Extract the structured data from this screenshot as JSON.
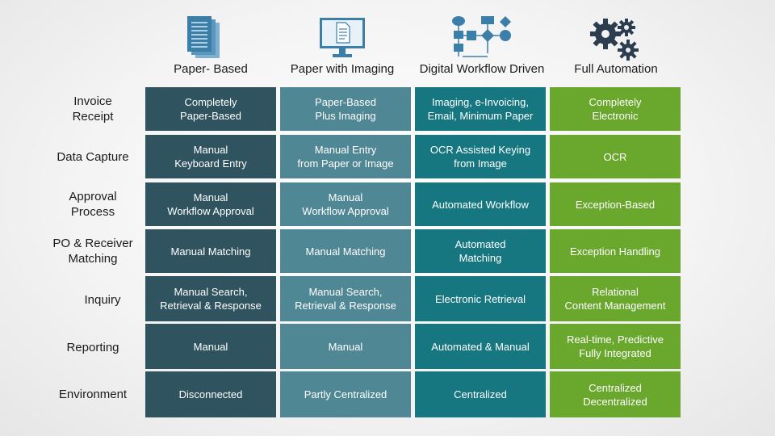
{
  "colors": {
    "paper_based": "#2f5460",
    "paper_with_imaging": "#4f8794",
    "digital_workflow": "#167780",
    "full_automation": "#6aa72d",
    "icon_blue": "#3b7fa8"
  },
  "icons": [
    "documents-icon",
    "monitor-document-icon",
    "flowchart-icon",
    "gears-icon"
  ],
  "columns": [
    "Paper- Based",
    "Paper with Imaging",
    "Digital Workflow Driven",
    "Full Automation"
  ],
  "rows": [
    {
      "label": "Invoice\nReceipt",
      "cells": [
        "Completely\nPaper-Based",
        "Paper-Based\nPlus Imaging",
        "Imaging, e-Invoicing,\nEmail, Minimum Paper",
        "Completely\nElectronic"
      ]
    },
    {
      "label": "Data Capture",
      "cells": [
        "Manual\nKeyboard Entry",
        "Manual  Entry\nfrom Paper or Image",
        "OCR Assisted Keying\nfrom Image",
        "OCR"
      ]
    },
    {
      "label": "Approval\nProcess",
      "cells": [
        "Manual\nWorkflow Approval",
        "Manual\nWorkflow Approval",
        "Automated Workflow",
        "Exception-Based"
      ]
    },
    {
      "label": "PO & Receiver\nMatching",
      "cells": [
        "Manual Matching",
        "Manual Matching",
        "Automated\nMatching",
        "Exception Handling"
      ]
    },
    {
      "label": "Inquiry",
      "cells": [
        "Manual Search,\nRetrieval & Response",
        "Manual Search,\nRetrieval & Response",
        "Electronic Retrieval",
        "Relational\nContent Management"
      ]
    },
    {
      "label": "Reporting",
      "cells": [
        "Manual",
        "Manual",
        "Automated & Manual",
        "Real-time, Predictive\nFully Integrated"
      ]
    },
    {
      "label": "Environment",
      "cells": [
        "Disconnected",
        "Partly Centralized",
        "Centralized",
        "Centralized\nDecentralized"
      ]
    }
  ]
}
